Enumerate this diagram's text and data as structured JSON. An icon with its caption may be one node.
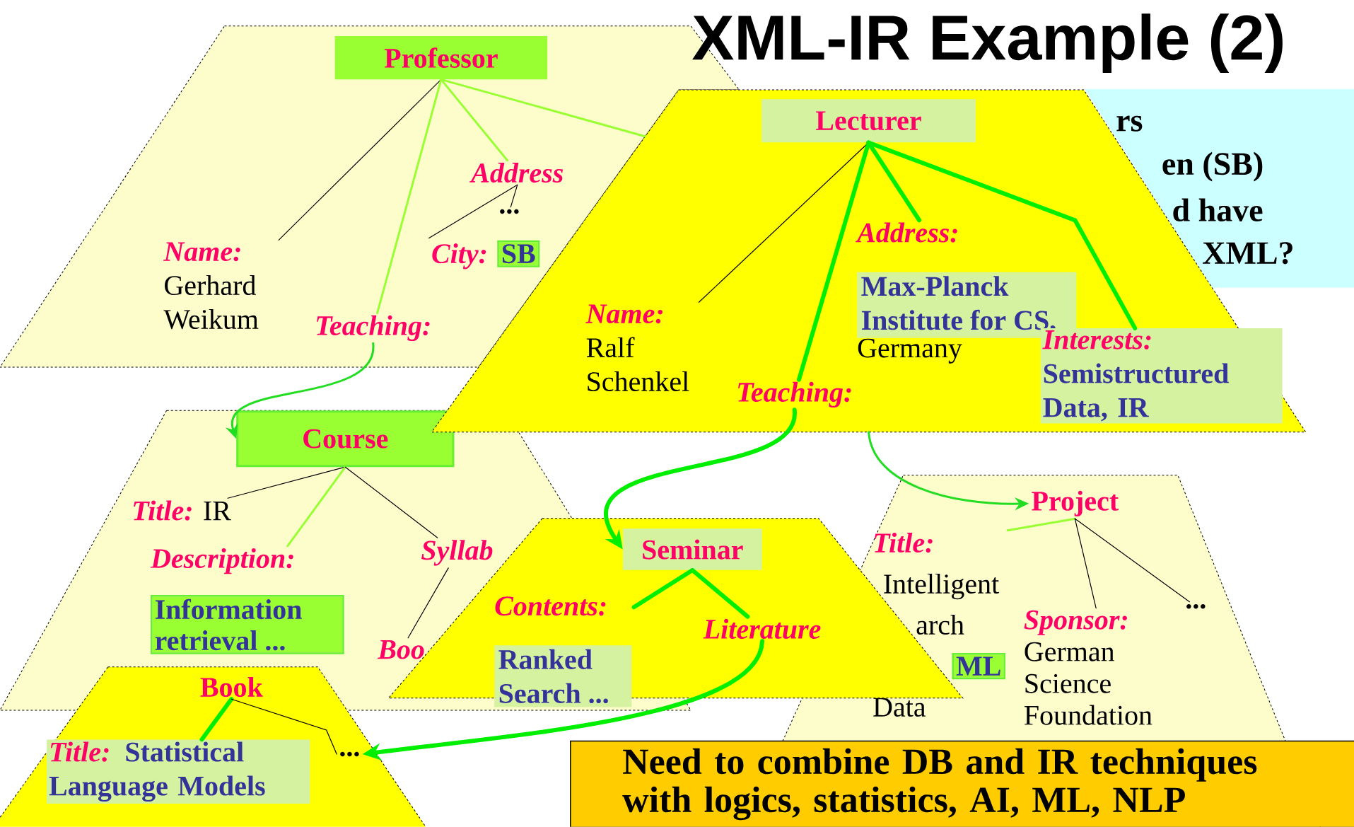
{
  "diagram": {
    "title": "XML-IR Example (2)",
    "nodes": [
      {
        "text": [],
        "shape": "trapezoid"
      },
      {
        "text": [
          "Professor"
        ],
        "in": 0
      },
      {
        "text": [
          "Name:",
          "Gerhard Weikum"
        ],
        "in": 0
      },
      {
        "text": [
          "Address"
        ],
        "in": 0
      },
      {
        "text": [
          "..."
        ],
        "in": 0
      },
      {
        "text": [
          "City:",
          "SB"
        ],
        "in": 0
      },
      {
        "text": [
          "Teaching:"
        ],
        "in": 0
      },
      {
        "text": [],
        "shape": "trapezoid"
      },
      {
        "text": [
          "Lecturer"
        ],
        "in": 7
      },
      {
        "text": [
          "Name:",
          "Ralf Schenkel"
        ],
        "in": 7
      },
      {
        "text": [
          "Address:",
          "Max-Planck Institute for CS,",
          "Germany"
        ],
        "in": 7
      },
      {
        "text": [
          "Interests:",
          "Semistructured Data, IR"
        ],
        "in": 7
      },
      {
        "text": [
          "Teaching:"
        ],
        "in": 7
      },
      {
        "text": [],
        "shape": "trapezoid"
      },
      {
        "text": [
          "Course"
        ],
        "in": 13
      },
      {
        "text": [
          "Title:",
          "IR"
        ],
        "in": 13
      },
      {
        "text": [
          "Description:",
          "Information retrieval ..."
        ],
        "in": 13
      },
      {
        "text": [
          "Syllab"
        ],
        "in": 13
      },
      {
        "text": [
          "Boo"
        ],
        "in": 13
      },
      {
        "text": [],
        "shape": "trapezoid"
      },
      {
        "text": [
          "Seminar"
        ],
        "in": 19
      },
      {
        "text": [
          "Contents:",
          "Ranked Search ..."
        ],
        "in": 19
      },
      {
        "text": [
          "Literature"
        ],
        "in": 19
      },
      {
        "text": [],
        "shape": "trapezoid"
      },
      {
        "text": [
          "Book"
        ]
      },
      {
        "text": [
          "Title:",
          "Statistical Language Models"
        ],
        "in": 23
      },
      {
        "text": [
          "..."
        ],
        "in": 23
      },
      {
        "text": [],
        "shape": "trapezoid"
      },
      {
        "text": [
          "Project"
        ],
        "in": 27
      },
      {
        "text": [
          "Title:",
          "Intelligent",
          "arch",
          "ML",
          "Data"
        ],
        "in": 27
      },
      {
        "text": [
          "Sponsor:",
          "German Science Foundation"
        ],
        "in": 27
      },
      {
        "text": [
          "..."
        ],
        "in": 27
      },
      {
        "text": [
          "rs",
          "en (SB)",
          "d have",
          "XML?"
        ]
      },
      {
        "text": [
          "Need to combine DB and IR techniques with logics, statistics, AI, ML, NLP"
        ]
      }
    ],
    "edges": [
      {
        "from": 1,
        "to": 2,
        "arrow": "none"
      },
      {
        "from": 1,
        "to": 6,
        "arrow": "none",
        "color": "#99ff33"
      },
      {
        "from": 1,
        "to": 3,
        "arrow": "none",
        "color": "#99ff33"
      },
      {
        "from": 1,
        "to": 7,
        "arrow": "none",
        "color": "#99ff33"
      },
      {
        "from": 3,
        "to": 4,
        "arrow": "none"
      },
      {
        "from": 3,
        "to": 5,
        "arrow": "none"
      },
      {
        "from": 6,
        "to": 14,
        "arrow": "to",
        "color": "#22dd22"
      },
      {
        "from": 8,
        "to": 9,
        "arrow": "none"
      },
      {
        "from": 8,
        "to": 12,
        "arrow": "none",
        "style": "thick",
        "color": "#00ee00"
      },
      {
        "from": 8,
        "to": 10,
        "arrow": "none",
        "style": "thick",
        "color": "#00ee00"
      },
      {
        "from": 8,
        "to": 11,
        "arrow": "none",
        "style": "thick",
        "color": "#00ee00"
      },
      {
        "from": 12,
        "to": 20,
        "arrow": "to",
        "style": "thick",
        "color": "#00ee00"
      },
      {
        "from": 7,
        "to": 28,
        "arrow": "to",
        "color": "#22dd22"
      },
      {
        "from": 14,
        "to": 15,
        "arrow": "none"
      },
      {
        "from": 14,
        "to": 16,
        "arrow": "none",
        "color": "#99ff33"
      },
      {
        "from": 14,
        "to": 17,
        "arrow": "none"
      },
      {
        "from": 17,
        "to": 18,
        "arrow": "none"
      },
      {
        "from": 20,
        "to": 21,
        "arrow": "none",
        "style": "thick",
        "color": "#00ee00"
      },
      {
        "from": 20,
        "to": 22,
        "arrow": "none",
        "style": "thick",
        "color": "#00ee00"
      },
      {
        "from": 22,
        "to": 26,
        "arrow": "to",
        "style": "thick",
        "color": "#00ee00"
      },
      {
        "from": 24,
        "to": 25,
        "arrow": "none",
        "style": "thick",
        "color": "#00ee00"
      },
      {
        "from": 24,
        "to": 26,
        "arrow": "none"
      },
      {
        "from": 28,
        "to": 29,
        "arrow": "none",
        "color": "#99ff33"
      },
      {
        "from": 28,
        "to": 30,
        "arrow": "none"
      },
      {
        "from": 28,
        "to": 31,
        "arrow": "none"
      }
    ]
  }
}
